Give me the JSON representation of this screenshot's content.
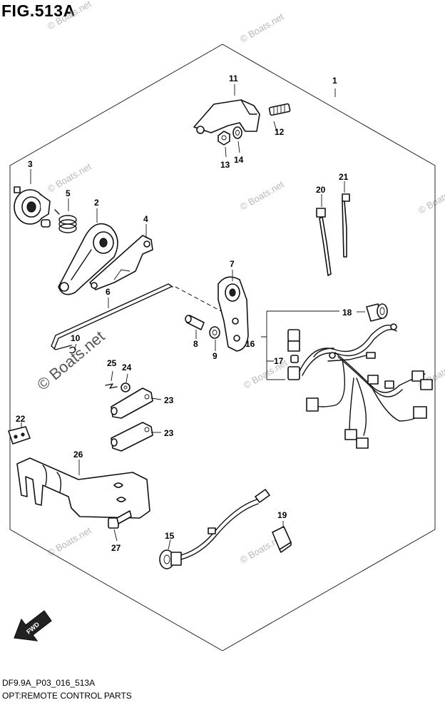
{
  "figure": {
    "title": "FIG.513A",
    "code": "DF9.9A_P03_016_513A",
    "caption": "OPT:REMOTE CONTROL PARTS"
  },
  "watermark": {
    "text": "© Boats.net",
    "large_text": "© Boats.net"
  },
  "fwd_arrow": {
    "label": "FWD"
  },
  "callouts": [
    "1",
    "2",
    "3",
    "4",
    "5",
    "6",
    "7",
    "8",
    "9",
    "10",
    "11",
    "12",
    "13",
    "14",
    "15",
    "16",
    "17",
    "18",
    "19",
    "20",
    "21",
    "22",
    "23",
    "23",
    "24",
    "25",
    "26",
    "27"
  ]
}
